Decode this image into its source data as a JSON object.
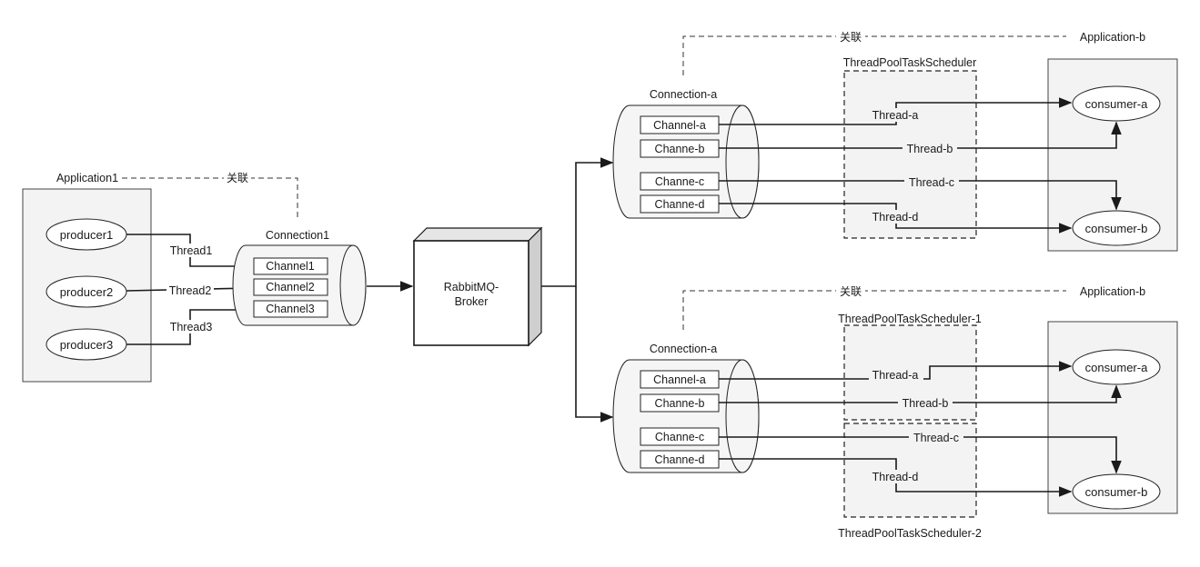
{
  "application1": {
    "title": "Application1",
    "producers": [
      "producer1",
      "producer2",
      "producer3"
    ],
    "threads": [
      "Thread1",
      "Thread2",
      "Thread3"
    ],
    "assoc_label": "关联"
  },
  "connection1": {
    "title": "Connection1",
    "channels": [
      "Channel1",
      "Channel2",
      "Channel3"
    ]
  },
  "broker": {
    "line1": "RabbitMQ-",
    "line2": "Broker"
  },
  "top_group": {
    "assoc_label": "关联",
    "app_title": "Application-b",
    "connection_title": "Connection-a",
    "scheduler_title": "ThreadPoolTaskScheduler",
    "channels": [
      "Channel-a",
      "Channe-b",
      "Channe-c",
      "Channe-d"
    ],
    "threads": [
      "Thread-a",
      "Thread-b",
      "Thread-c",
      "Thread-d"
    ],
    "consumers": [
      "consumer-a",
      "consumer-b"
    ]
  },
  "bottom_group": {
    "assoc_label": "关联",
    "app_title": "Application-b",
    "connection_title": "Connection-a",
    "scheduler1_title": "ThreadPoolTaskScheduler-1",
    "scheduler2_title": "ThreadPoolTaskScheduler-2",
    "channels": [
      "Channel-a",
      "Channe-b",
      "Channe-c",
      "Channe-d"
    ],
    "threads": [
      "Thread-a",
      "Thread-b",
      "Thread-c",
      "Thread-d"
    ],
    "consumers": [
      "consumer-a",
      "consumer-b"
    ]
  }
}
